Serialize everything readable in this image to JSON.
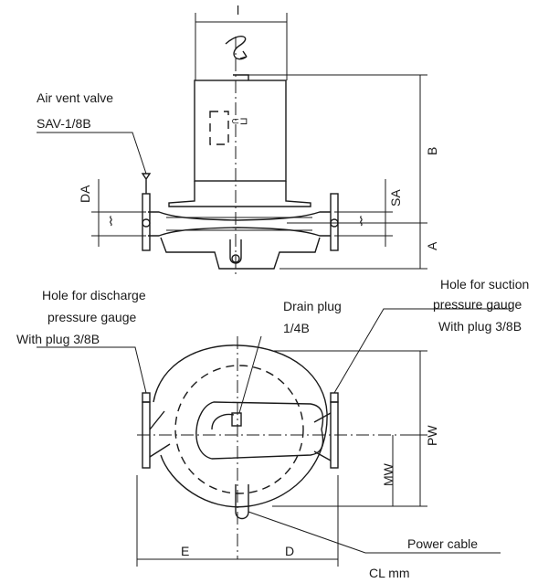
{
  "labels": {
    "air_vent_valve": "Air vent valve",
    "air_vent_model": "SAV-1/8B",
    "discharge_hole_line1": "Hole for discharge",
    "discharge_hole_line2": "pressure gauge",
    "discharge_plug": "With plug 3/8B",
    "drain_plug": "Drain plug",
    "drain_plug_size": "1/4B",
    "suction_hole_line1": "Hole for suction",
    "suction_hole_line2": "pressure gauge",
    "suction_plug": "With plug 3/8B",
    "power_cable": "Power cable",
    "units": "CL mm"
  },
  "dimensions": {
    "top_width": "l",
    "b": "B",
    "a": "A",
    "da": "DA",
    "sa": "SA",
    "e": "E",
    "d": "D",
    "pw": "PW",
    "mw": "MW"
  },
  "colors": {
    "ink": "#1a1a1a",
    "paper": "#ffffff"
  }
}
